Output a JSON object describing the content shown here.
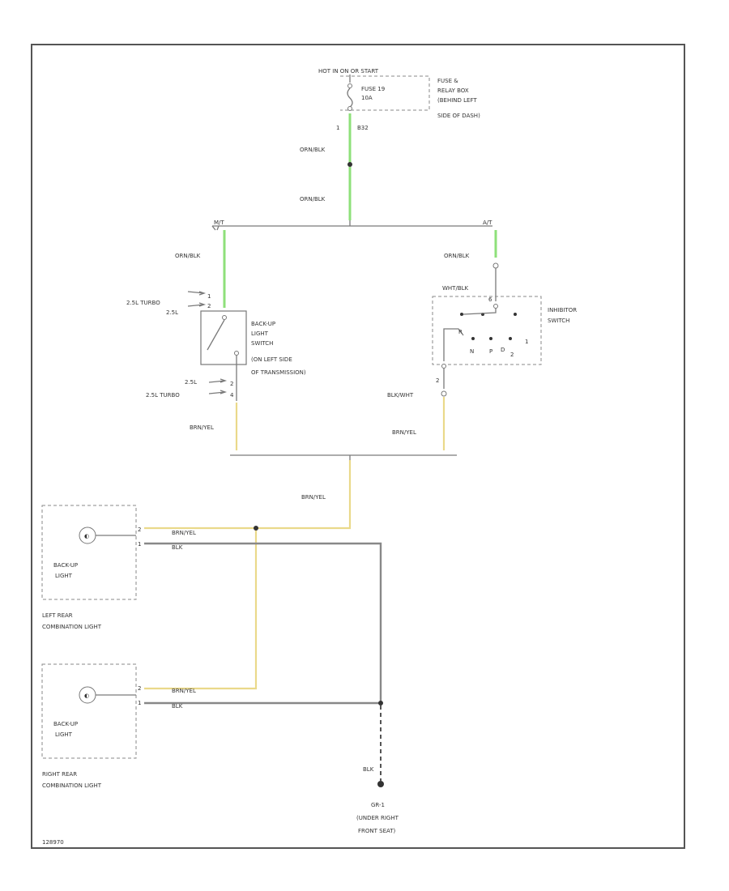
{
  "colors": {
    "green_wire": "#8ee07a",
    "yellow_wire": "#ead98a",
    "gray_wire": "#888888"
  },
  "power": {
    "source_label": "HOT IN ON OR START",
    "fuse_label": "FUSE 19",
    "fuse_rating": "10A",
    "box_label": [
      "FUSE &",
      "RELAY BOX",
      "(BEHIND LEFT",
      "SIDE OF DASH)"
    ],
    "pin_left": "1",
    "pin_right": "B32"
  },
  "wires": {
    "org_blk_1": "ORN/BLK",
    "org_blk_2": "ORN/BLK",
    "org_blk_left": "ORN/BLK",
    "org_blk_right": "ORN/BLK",
    "splice_left": "M/T",
    "splice_right": "A/T",
    "wht_blk": "WHT/BLK",
    "blk_wht": "BLK/WHT",
    "brn_yel_left": "BRN/YEL",
    "brn_yel_right": "BRN/YEL",
    "brn_yel_main": "BRN/YEL",
    "brn_yel_lrear": "BRN/YEL",
    "blk_lrear": "BLK",
    "brn_yel_rrear": "BRN/YEL",
    "blk_rrear": "BLK",
    "blk_ground": "BLK"
  },
  "backup_switch": {
    "label": [
      "BACK-UP",
      "LIGHT",
      "SWITCH",
      "(ON LEFT SIDE",
      "OF TRANSMISSION)"
    ],
    "top_variant_1": "2.5L TURBO",
    "top_variant_2": "2.5L",
    "bottom_variant_1": "2.5L",
    "bottom_variant_2": "2.5L TURBO",
    "pin_top_1": "1",
    "pin_top_2": "2",
    "pin_bot_1": "2",
    "pin_bot_2": "4"
  },
  "inhibitor_switch": {
    "label": [
      "INHIBITOR",
      "SWITCH"
    ],
    "pin_top": "6",
    "pin_bottom": "2",
    "contacts": [
      "N",
      "P",
      "D",
      "2",
      "1"
    ],
    "pos_labels": [
      "R",
      "P"
    ]
  },
  "left_rear": {
    "lamp_label": [
      "BACK-UP",
      "LIGHT"
    ],
    "group_label": [
      "LEFT REAR",
      "COMBINATION LIGHT"
    ],
    "pin_1": "2",
    "pin_2": "1"
  },
  "right_rear": {
    "lamp_label": [
      "BACK-UP",
      "LIGHT"
    ],
    "group_label": [
      "RIGHT REAR",
      "COMBINATION LIGHT"
    ],
    "pin_1": "2",
    "pin_2": "1"
  },
  "ground": {
    "label": [
      "GR-1",
      "(UNDER RIGHT",
      "FRONT SEAT)"
    ]
  },
  "footer_code": "128970"
}
